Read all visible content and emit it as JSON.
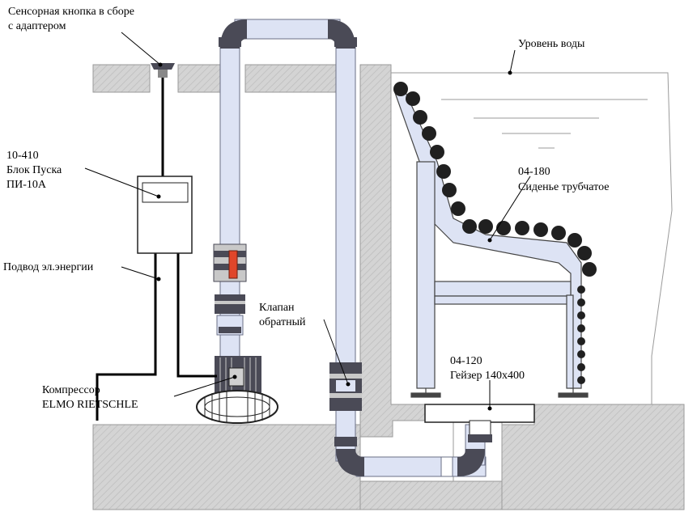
{
  "labels": {
    "touch_button": [
      "Сенсорная кнопка в сборе",
      "с адаптером"
    ],
    "water_level": "Уровень воды",
    "start_unit": [
      "10-410",
      "Блок Пуска",
      "ПИ-10А"
    ],
    "seat": [
      "04-180",
      "Сиденье трубчатое"
    ],
    "power_supply": "Подвод эл.энергии",
    "check_valve": [
      "Клапан",
      "обратный"
    ],
    "geyser": [
      "04-120",
      "Гейзер 140х400"
    ],
    "compressor": [
      "Компрессор",
      "ELMO RIETSCHLE"
    ]
  },
  "colors": {
    "pipe_fill": "#dde3f4",
    "pipe_stroke": "#6a6f86",
    "fitting": "#4a4a56",
    "concrete": "#d2d2d2",
    "valve_red": "#e0462a",
    "bead": "#202020"
  }
}
